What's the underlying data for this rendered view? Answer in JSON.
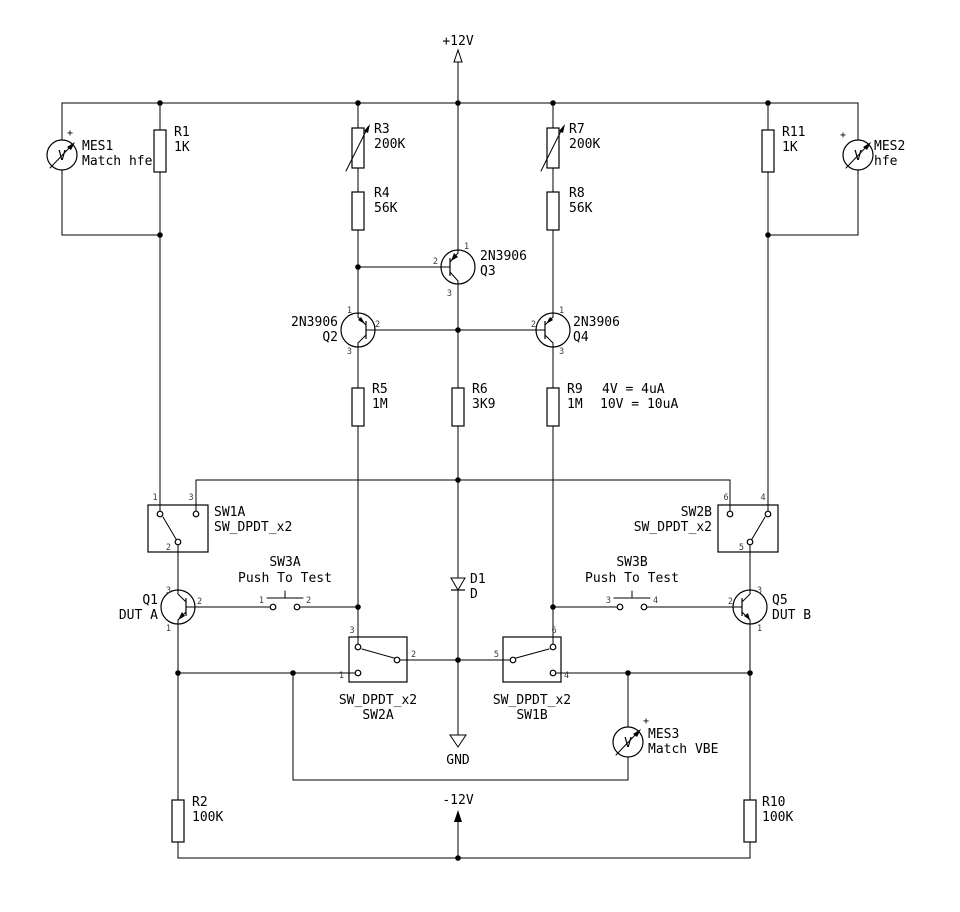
{
  "schematic": {
    "power": {
      "vplus": "+12V",
      "vminus": "-12V",
      "gnd": "GND"
    },
    "meters": {
      "mes1": {
        "ref": "MES1",
        "value": "Match hfe",
        "glyph": "V",
        "polarity": "+"
      },
      "mes2": {
        "ref": "MES2",
        "value": "hfe",
        "glyph": "V",
        "polarity": "+"
      },
      "mes3": {
        "ref": "MES3",
        "value": "Match VBE",
        "glyph": "V",
        "polarity": "+"
      }
    },
    "resistors": {
      "r1": {
        "ref": "R1",
        "value": "1K"
      },
      "r2": {
        "ref": "R2",
        "value": "100K"
      },
      "r3": {
        "ref": "R3",
        "value": "200K"
      },
      "r4": {
        "ref": "R4",
        "value": "56K"
      },
      "r5": {
        "ref": "R5",
        "value": "1M"
      },
      "r6": {
        "ref": "R6",
        "value": "3K9"
      },
      "r7": {
        "ref": "R7",
        "value": "200K"
      },
      "r8": {
        "ref": "R8",
        "value": "56K"
      },
      "r9": {
        "ref": "R9",
        "value": "1M"
      },
      "r10": {
        "ref": "R10",
        "value": "100K"
      },
      "r11": {
        "ref": "R11",
        "value": "1K"
      }
    },
    "transistors": {
      "q1": {
        "ref": "Q1",
        "value": "DUT A",
        "pin1": "1",
        "pin2": "2",
        "pin3": "3"
      },
      "q2": {
        "ref": "Q2",
        "value": "2N3906",
        "pin1": "1",
        "pin2": "2",
        "pin3": "3"
      },
      "q3": {
        "ref": "Q3",
        "value": "2N3906",
        "pin1": "1",
        "pin2": "2",
        "pin3": "3"
      },
      "q4": {
        "ref": "Q4",
        "value": "2N3906",
        "pin1": "1",
        "pin2": "2",
        "pin3": "3"
      },
      "q5": {
        "ref": "Q5",
        "value": "DUT B",
        "pin1": "1",
        "pin2": "2",
        "pin3": "3"
      }
    },
    "switches": {
      "sw1a": {
        "ref": "SW1A",
        "value": "SW_DPDT_x2",
        "pin1": "1",
        "pin2": "2",
        "pin3": "3"
      },
      "sw2b": {
        "ref": "SW2B",
        "value": "SW_DPDT_x2",
        "pin4": "4",
        "pin5": "5",
        "pin6": "6"
      },
      "sw2a": {
        "ref": "SW2A",
        "value": "SW_DPDT_x2",
        "pin1": "1",
        "pin2": "2",
        "pin3": "3"
      },
      "sw1b": {
        "ref": "SW1B",
        "value": "SW_DPDT_x2",
        "pin4": "4",
        "pin5": "5",
        "pin6": "6"
      },
      "sw3a": {
        "ref": "SW3A",
        "value": "Push To Test",
        "pin1": "1",
        "pin2": "2"
      },
      "sw3b": {
        "ref": "SW3B",
        "value": "Push To Test",
        "pin3": "3",
        "pin4": "4"
      }
    },
    "diodes": {
      "d1": {
        "ref": "D1",
        "value": "D"
      }
    },
    "annotations": {
      "r9_note1": "4V = 4uA",
      "r9_note2": "10V = 10uA"
    }
  }
}
